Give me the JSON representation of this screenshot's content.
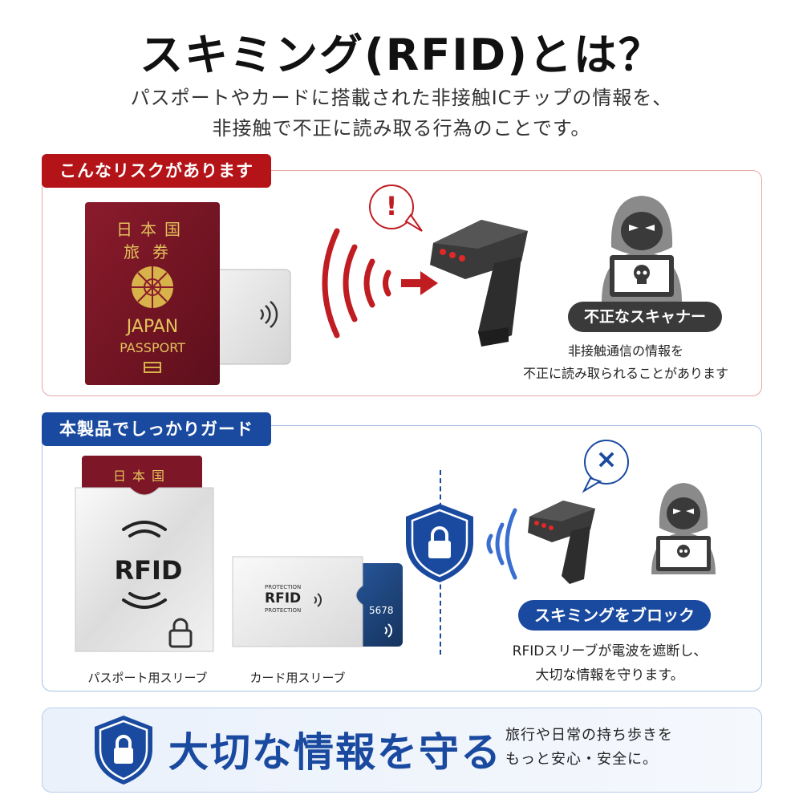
{
  "header": {
    "title": "スキミング(RFID)とは？",
    "subtitle_line1": "パスポートやカードに搭載された非接触ICチップの情報を、",
    "subtitle_line2": "非接触で不正に読み取る行為のことです。"
  },
  "risk": {
    "tab_label": "こんなリスクがあります",
    "passport_text": [
      "日本国",
      "旅券",
      "JAPAN",
      "PASSPORT"
    ],
    "alert_symbol": "!",
    "scanner_label": "不正なスキャナー",
    "desc_line1": "非接触通信の情報を",
    "desc_line2": "不正に読み取られることがあります",
    "accent_color": "#b41418"
  },
  "guard": {
    "tab_label": "本製品でしっかりガード",
    "passport_top_text": "日本国",
    "sleeve_text": "RFID",
    "card_sleeve_text": [
      "PROTECTION",
      "RFID",
      "PROTECTION"
    ],
    "card_number": "5678",
    "passport_sleeve_label": "パスポート用スリーブ",
    "card_sleeve_label": "カード用スリーブ",
    "block_symbol": "×",
    "block_label": "スキミングをブロック",
    "desc_line1": "RFIDスリーブが電波を遮断し、",
    "desc_line2": "大切な情報を守ります。",
    "accent_color": "#1a4aa0"
  },
  "footer": {
    "headline": "大切な情報を守る",
    "text_line1": "旅行や日常の持ち歩きを",
    "text_line2": "もっと安心・安全に。"
  }
}
